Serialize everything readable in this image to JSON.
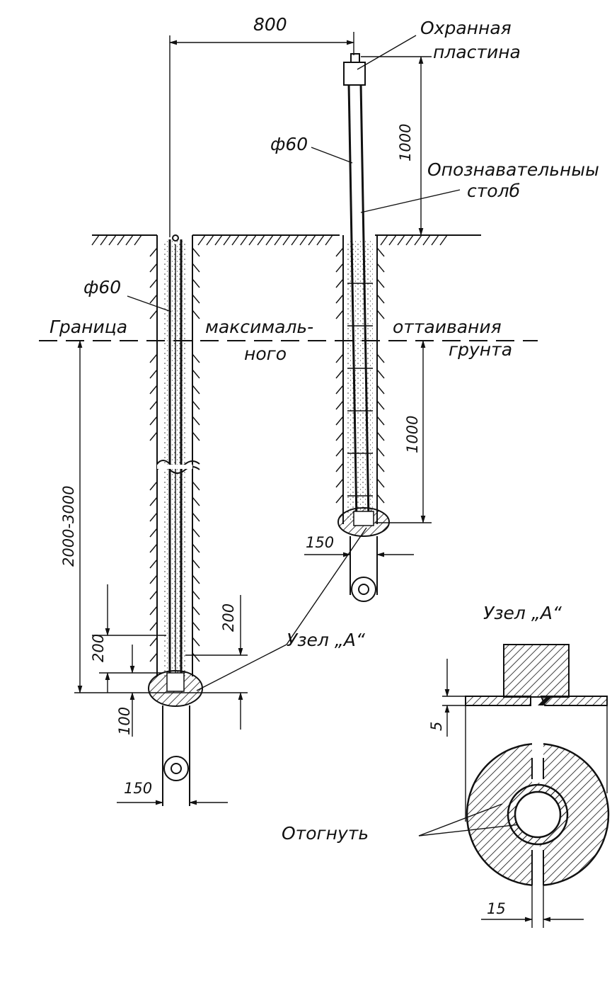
{
  "labels": {
    "guard_plate_line1": "Охранная",
    "guard_plate_line2": "пластина",
    "marker_post_line1": "Опознавательныы",
    "marker_post_line2": "столб",
    "phi_right": "ф60",
    "phi_left": "ф60",
    "thaw_boundary_1": "Граница",
    "thaw_boundary_2": "максималь-",
    "thaw_boundary_2b": "ного",
    "thaw_boundary_3": "оттаивания",
    "thaw_boundary_4": "грунта",
    "node_a_callout": "Узел „А“",
    "node_a_title": "Узел „А“",
    "bend_label": "Отогнуть"
  },
  "dimensions": {
    "horizontal_spacing": "800",
    "post_above_ground": "1000",
    "right_depth_below_boundary": "1000",
    "left_depth_range": "2000-3000",
    "left_200_outer": "200",
    "left_200_right": "200",
    "left_100": "100",
    "right_width": "150",
    "left_width": "150",
    "detail_gap": "5",
    "detail_width": "15"
  }
}
